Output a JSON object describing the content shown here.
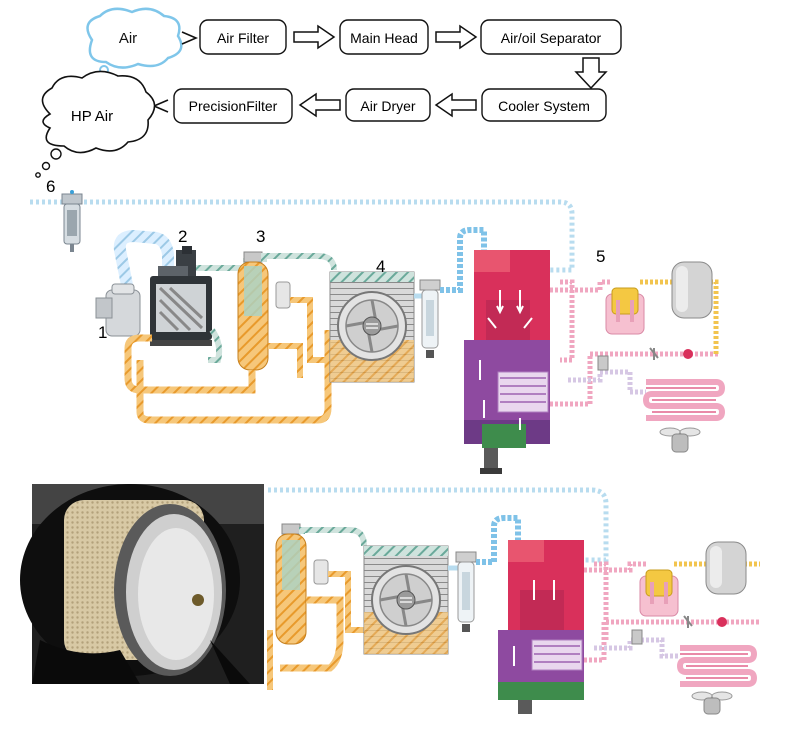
{
  "flow": {
    "steps": [
      "Air",
      "Air Filter",
      "Main Head",
      "Air/oil Separator",
      "Cooler System",
      "Air Dryer",
      "PrecisionFilter",
      "HP Air"
    ]
  },
  "callouts": [
    "1",
    "2",
    "3",
    "4",
    "5",
    "6"
  ],
  "colors": {
    "air_line": "#b8dcef",
    "oil_line": "#f2b24e",
    "green_line": "#5fa896",
    "hot_red": "#d9305b",
    "refrigerant_purple": "#8e4aa0",
    "pink_line": "#f0a6c0",
    "drain_green": "#3e8c4c"
  }
}
